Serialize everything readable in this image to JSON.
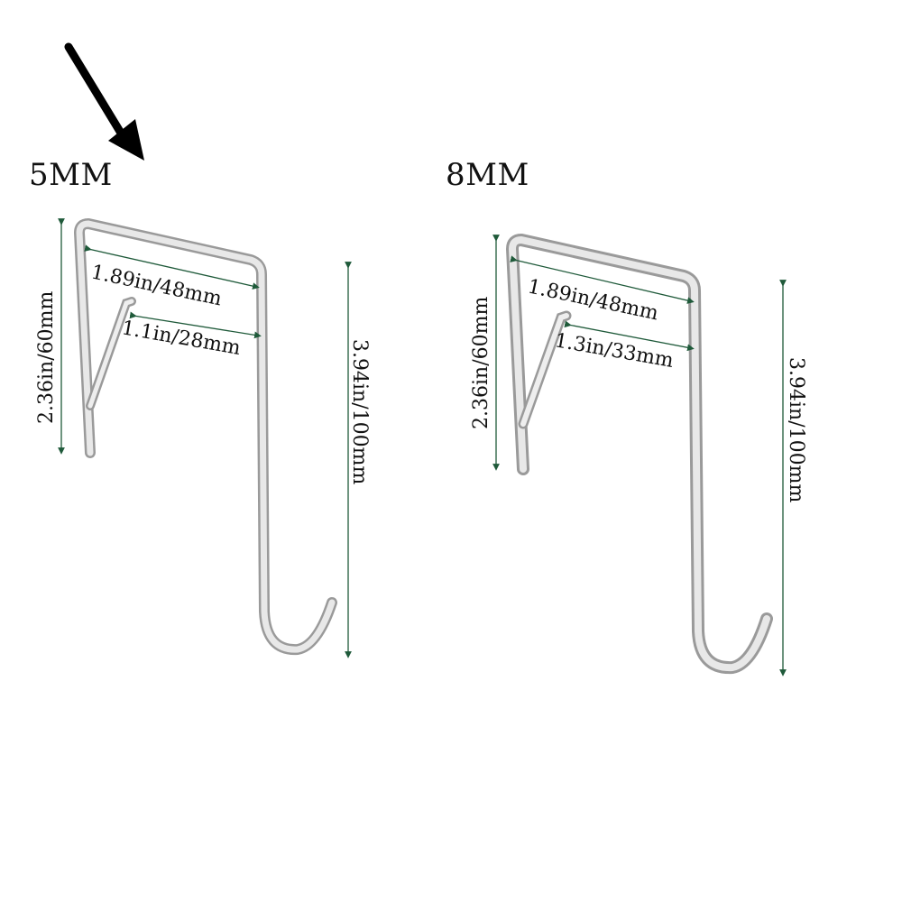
{
  "colors": {
    "background": "#ffffff",
    "hook_metal": "#dcdcdc",
    "hook_edge": "#9a9a9a",
    "dimension_line": "#1f5a3a",
    "text": "#111111",
    "arrow": "#000000"
  },
  "icons": [
    "down-right-arrow-icon"
  ],
  "hooks": [
    {
      "name": "hook-5mm",
      "title": "5MM",
      "dims": {
        "height_label": "2.36in/60mm",
        "width_label": "1.89in/48mm",
        "gap_label": "1.1in/28mm",
        "length_label": "3.94in/100mm"
      }
    },
    {
      "name": "hook-8mm",
      "title": "8MM",
      "dims": {
        "height_label": "2.36in/60mm",
        "width_label": "1.89in/48mm",
        "gap_label": "1.3in/33mm",
        "length_label": "3.94in/100mm"
      }
    }
  ]
}
